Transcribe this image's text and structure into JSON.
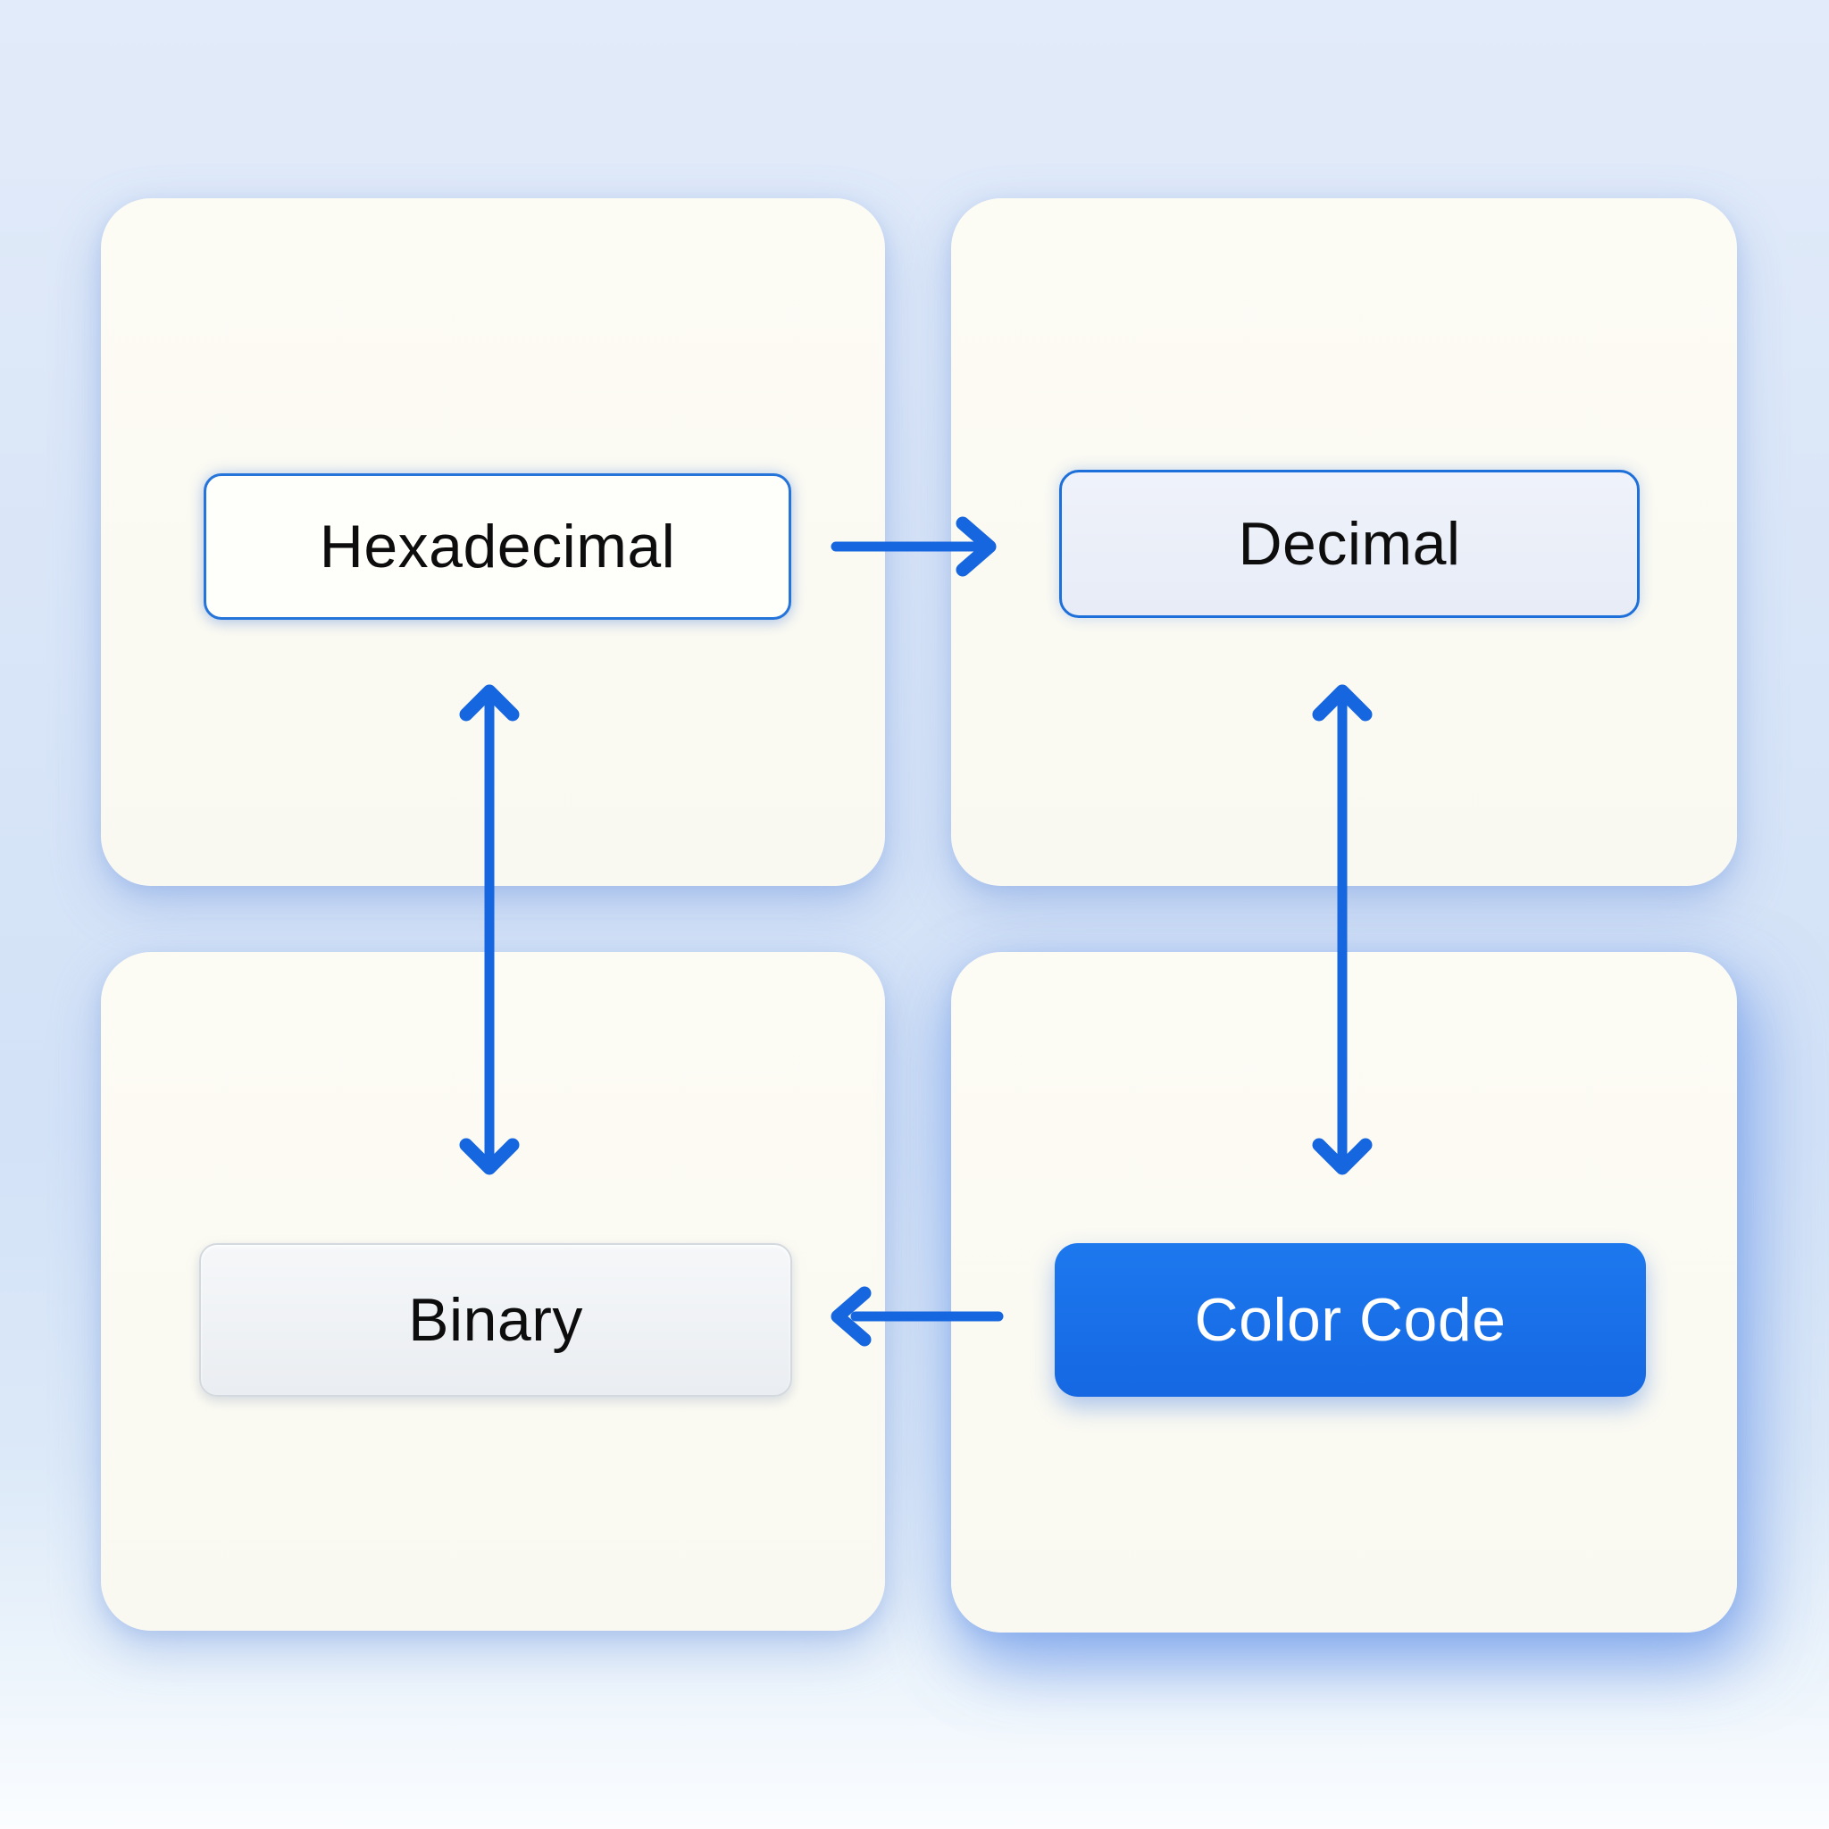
{
  "diagram": {
    "nodes": [
      {
        "id": "hexadecimal",
        "label": "Hexadecimal",
        "style": "outlined-white"
      },
      {
        "id": "decimal",
        "label": "Decimal",
        "style": "outlined-tinted"
      },
      {
        "id": "binary",
        "label": "Binary",
        "style": "neutral-gray"
      },
      {
        "id": "color-code",
        "label": "Color Code",
        "style": "filled-primary"
      }
    ],
    "edges": [
      {
        "from": "hexadecimal",
        "to": "decimal",
        "direction": "one-way",
        "orientation": "horizontal-right"
      },
      {
        "from": "hexadecimal",
        "to": "binary",
        "direction": "two-way",
        "orientation": "vertical"
      },
      {
        "from": "decimal",
        "to": "color-code",
        "direction": "two-way",
        "orientation": "vertical"
      },
      {
        "from": "color-code",
        "to": "binary",
        "direction": "one-way",
        "orientation": "horizontal-left"
      }
    ]
  },
  "colors": {
    "arrow": "#1666e0",
    "node_border_blue": "#2474da",
    "primary_button_fill": "#1770e9",
    "card_background": "#fbfaf2",
    "page_background": "#d8e5f7",
    "neutral_border": "#d3d9de",
    "neutral_fill": "#eef1f4",
    "tinted_fill": "#e9eef8",
    "text_dark": "#0d0d0d",
    "text_light": "#ffffff"
  }
}
